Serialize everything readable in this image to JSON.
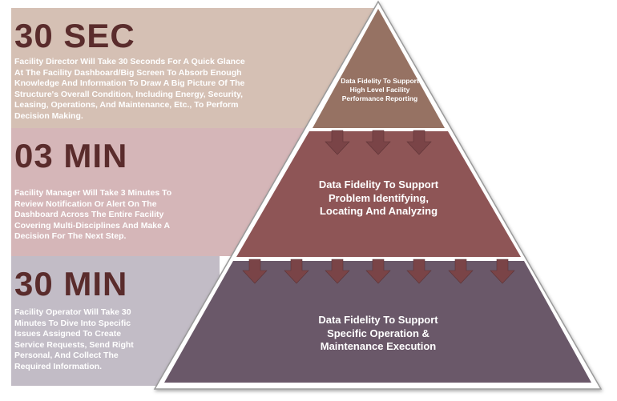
{
  "tiers": [
    {
      "time": "30 SEC",
      "description": "Facility Director Will Take 30 Seconds For A Quick Glance At The Facility Dashboard/Big Screen To Absorb Enough Knowledge And Information To Draw A Big Picture Of The Structure's Overall Condition, Including Energy, Security, Leasing, Operations, And Maintenance, Etc., To Perform Decision Making.",
      "pyramid_label": "Data Fidelity To Support High Level Facility Performance Reporting"
    },
    {
      "time": "03 MIN",
      "description": "Facility Manager Will Take 3 Minutes To Review Notification Or Alert On The Dashboard Across The Entire Facility Covering Multi-Disciplines And Make A Decision For The Next Step.",
      "pyramid_label": "Data Fidelity To Support Problem Identifying, Locating And Analyzing"
    },
    {
      "time": "30 MIN",
      "description": "Facility Operator Will Take 30 Minutes To Dive Into Specific Issues Assigned To Create Service Requests, Send Right Personal, And Collect The Required Information.",
      "pyramid_label": "Data Fidelity To Support Specific Operation & Maintenance Execution"
    }
  ],
  "colors": {
    "band_top": "#d5c0b4",
    "band_middle": "#d5b6b8",
    "band_bottom": "#c2bcc6",
    "tier_top": "#967263",
    "tier_middle": "#8e5556",
    "tier_bottom": "#6a5869",
    "arrow": "#7a4447",
    "heading_text": "#5a2c2c"
  }
}
